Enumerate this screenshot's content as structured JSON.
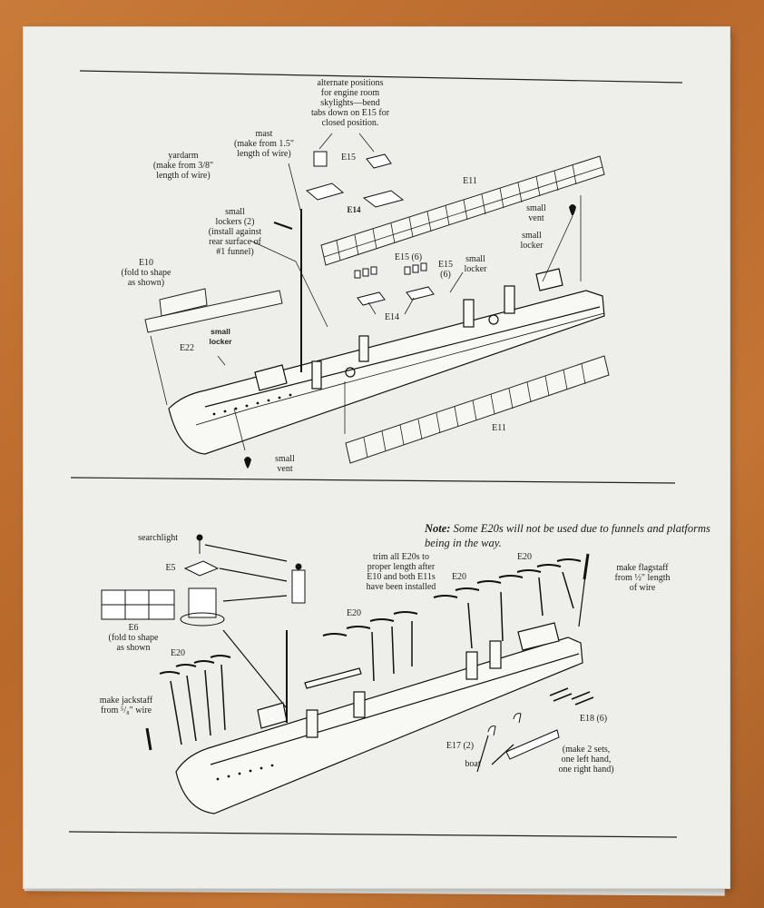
{
  "diagram_top": {
    "labels": {
      "skylights": "alternate positions\nfor engine room\nskylights—bend\ntabs down on E15 for\nclosed position.",
      "mast": "mast\n(make from 1.5\"\nlength of wire)",
      "yardarm": "yardarm\n(make from 3/8\"\nlength of wire)",
      "e15_top": "E15",
      "e14_top": "E14",
      "e11_top": "E11",
      "small_vent_right": "small\nvent",
      "small_locker_right": "small\nlocker",
      "small_lockers_2": "small\nlockers (2)\n(install against\nrear surface of\n#1 funnel)",
      "e10": "E10\n(fold to shape\nas shown)",
      "e15_6": "E15 (6)",
      "e15_6b": "E15\n(6)",
      "small_locker_mid": "small\nlocker",
      "e14_mid": "E14",
      "small_locker_bold": "small\nlocker",
      "e22": "E22",
      "e11_bottom": "E11",
      "small_vent_bottom": "small\nvent"
    }
  },
  "note": {
    "prefix": "Note:",
    "text": "Some E20s will not be used due to funnels and platforms being in the way."
  },
  "diagram_bottom": {
    "labels": {
      "searchlight": "searchlight",
      "e5": "E5",
      "trim": "trim all E20s to\nproper length after\nE10 and both E11s\nhave been installed",
      "e20_a": "E20",
      "e20_b": "E20",
      "e20_c": "E20",
      "e20_d": "E20",
      "flagstaff": "make flagstaff\nfrom ½\" length\nof wire",
      "e6": "E6\n(fold to shape\nas shown",
      "jackstaff": "make jackstaff\nfrom ⁵/₈\" wire",
      "e18": "E18 (6)",
      "e17": "E17 (2)",
      "boat": "boat",
      "sets": "(make 2 sets,\none left hand,\none right hand)"
    }
  }
}
